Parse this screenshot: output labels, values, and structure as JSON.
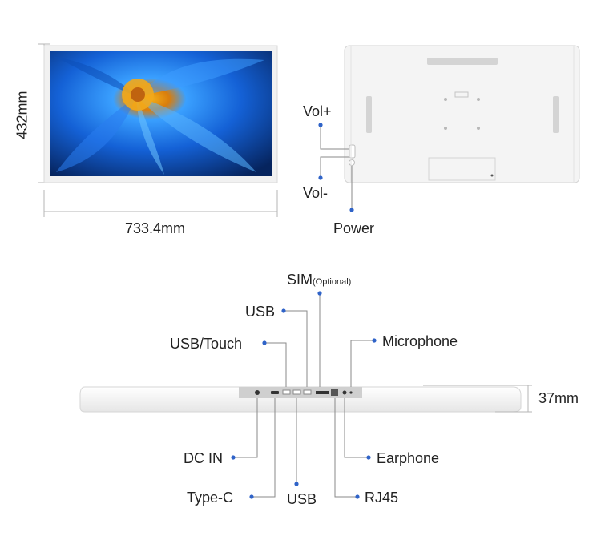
{
  "front": {
    "height": "432mm",
    "width": "733.4mm"
  },
  "back": {
    "vol_plus": "Vol+",
    "vol_minus": "Vol-",
    "power": "Power"
  },
  "bottom": {
    "sim": "SIM",
    "sim_note": "(Optional)",
    "usb_top": "USB",
    "usb_touch": "USB/Touch",
    "microphone": "Microphone",
    "thickness": "37mm",
    "dc_in": "DC IN",
    "earphone": "Earphone",
    "type_c": "Type-C",
    "usb_bottom": "USB",
    "rj45": "RJ45"
  },
  "colors": {
    "accent_dot": "#2f63c8",
    "bezel": "#f2f2f2",
    "screen_blue": "#1a5fd0"
  }
}
